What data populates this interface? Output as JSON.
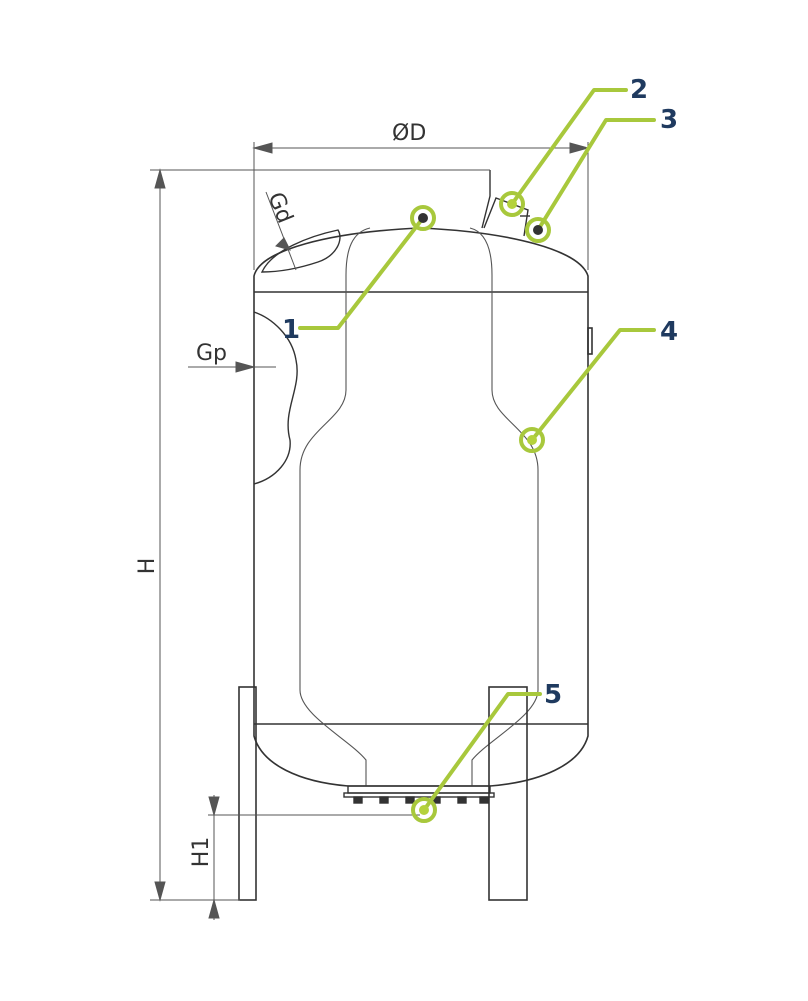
{
  "colors": {
    "line": "#333333",
    "dim_line": "#555555",
    "callout": "#a8c83c",
    "callout_dot": "#b4d23c",
    "number": "#1f3a5f"
  },
  "dimensions": {
    "diameter": "ØD",
    "height": "H",
    "leg_height": "H1",
    "top_gap": "Gd",
    "side_gap": "Gp"
  },
  "callouts": [
    {
      "id": "1",
      "label": "1"
    },
    {
      "id": "2",
      "label": "2"
    },
    {
      "id": "3",
      "label": "3"
    },
    {
      "id": "4",
      "label": "4"
    },
    {
      "id": "5",
      "label": "5"
    }
  ]
}
